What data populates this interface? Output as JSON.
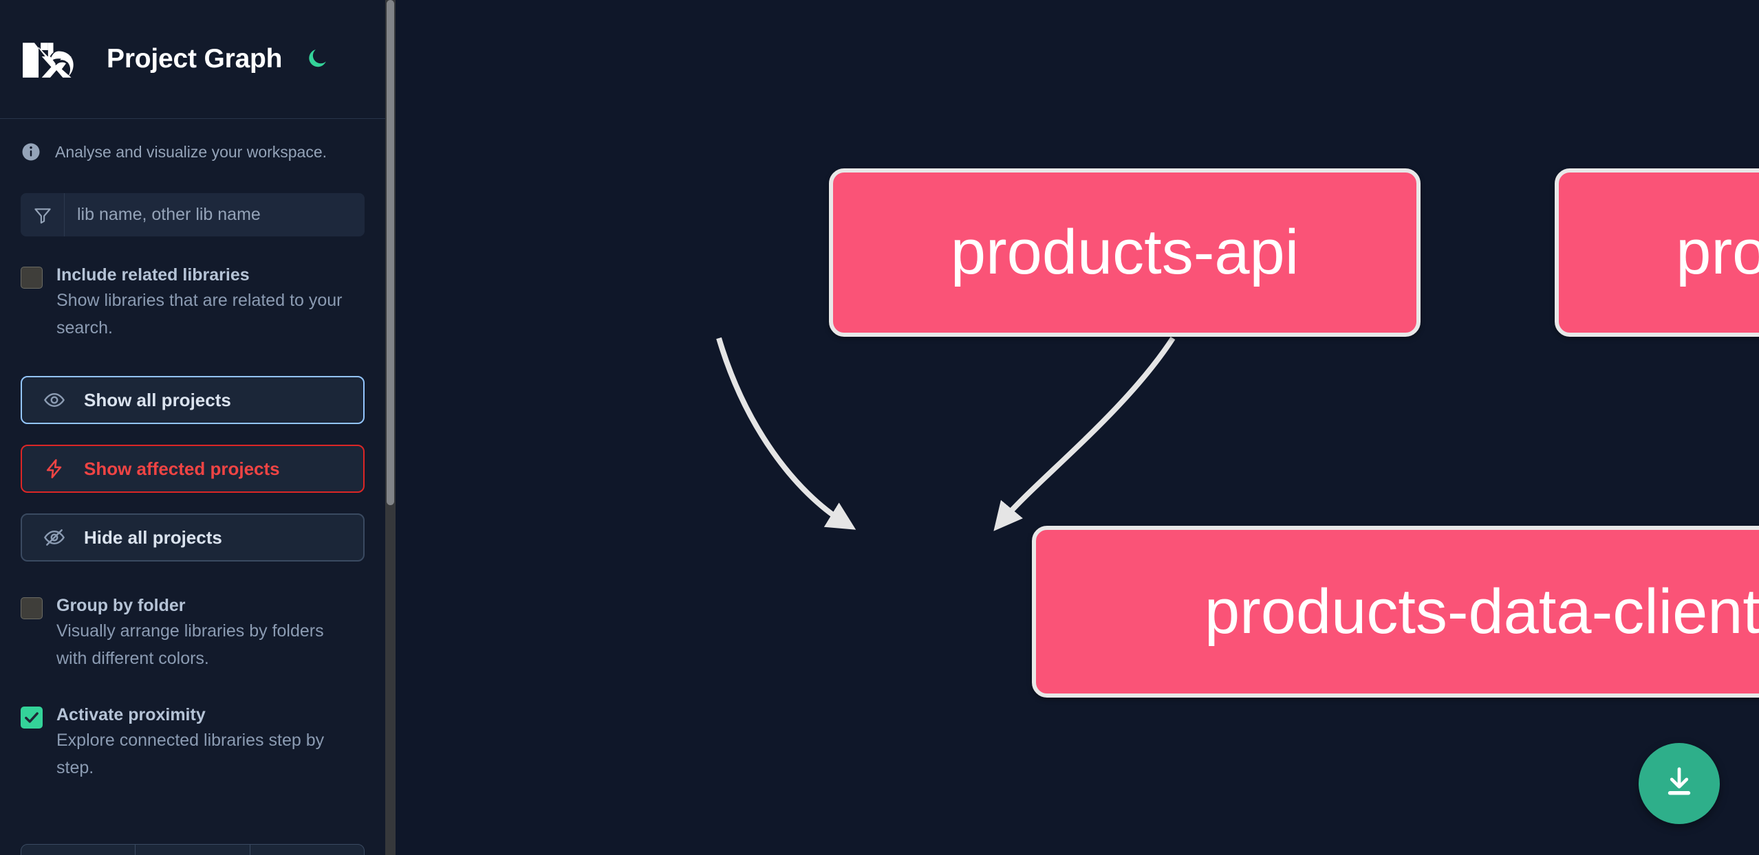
{
  "header": {
    "logo_name": "nx-logo",
    "title": "Project Graph",
    "theme_toggle_icon": "moon-icon",
    "theme_toggle_color": "#34d399"
  },
  "sidebar": {
    "info": {
      "icon": "info-icon",
      "text": "Analyse and visualize your workspace."
    },
    "search": {
      "icon": "filter-funnel-icon",
      "placeholder": "lib name, other lib name",
      "value": ""
    },
    "options": [
      {
        "id": "include-related-libraries",
        "label": "Include related libraries",
        "description": "Show libraries that are related to your search.",
        "checked": false
      },
      {
        "id": "group-by-folder",
        "label": "Group by folder",
        "description": "Visually arrange libraries by folders with different colors.",
        "checked": false
      },
      {
        "id": "activate-proximity",
        "label": "Activate proximity",
        "description": "Explore connected libraries step by step.",
        "checked": true
      }
    ],
    "buttons": [
      {
        "id": "show-all-projects",
        "label": "Show all projects",
        "icon": "eye-icon",
        "border_color": "#93c5fd",
        "text_color": "#dbe3ee"
      },
      {
        "id": "show-affected-projects",
        "label": "Show affected projects",
        "icon": "lightning-bolt-icon",
        "border_color": "#dc2626",
        "text_color": "#ef4444"
      },
      {
        "id": "hide-all-projects",
        "label": "Hide all projects",
        "icon": "eye-off-icon",
        "border_color": "#3a4a61",
        "text_color": "#dbe3ee"
      }
    ],
    "segmented_control": {
      "name": "text-filter-segmented-control",
      "segments": 3
    },
    "scrollbar": {
      "name": "sidebar-scrollbar"
    }
  },
  "graph": {
    "background_color": "#0f1729",
    "node_fill": "#fa5377",
    "node_border": "#e8e8e8",
    "edge_color": "#e5e5e5",
    "nodes": [
      {
        "id": "products-api",
        "label": "products-api"
      },
      {
        "id": "products-cli",
        "label": "products-cli"
      },
      {
        "id": "products-data-client",
        "label": "products-data-client"
      }
    ],
    "edges": [
      {
        "from": "products-api",
        "to": "products-data-client"
      },
      {
        "from": "products-cli",
        "to": "products-data-client"
      }
    ],
    "download_button": {
      "name": "download-image-button",
      "icon": "download-icon",
      "color": "#2eaf8a"
    }
  }
}
